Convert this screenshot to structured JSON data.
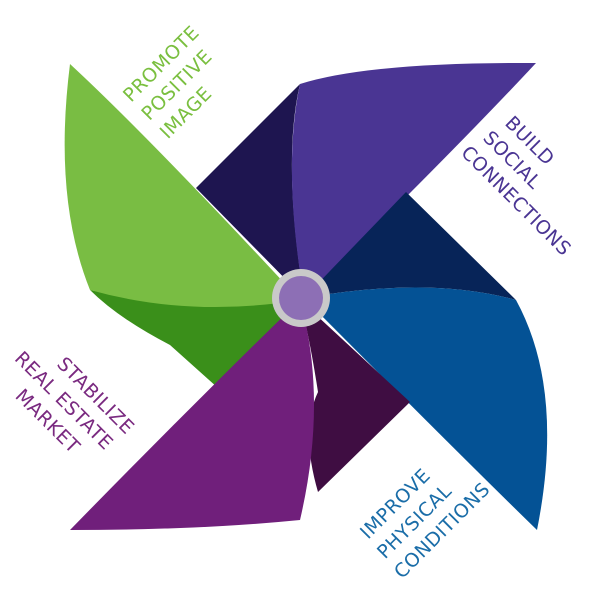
{
  "diagram": {
    "type": "pinwheel",
    "hub_color": "#8d6fb5",
    "hub_ring_color": "#c9c9c9",
    "blades": [
      {
        "id": "green",
        "label_lines": [
          "PROMOTE",
          "POSITIVE",
          "IMAGE"
        ],
        "colors": {
          "main": "#79bd43",
          "dark": "#3a8f1a",
          "label": "#7abf3f"
        }
      },
      {
        "id": "violet",
        "label_lines": [
          "BUILD",
          "SOCIAL",
          "CONNECTIONS"
        ],
        "colors": {
          "main": "#4a3593",
          "dark": "#1e1550",
          "label": "#4a3593"
        }
      },
      {
        "id": "blue",
        "label_lines": [
          "IMPROVE",
          "PHYSICAL",
          "CONDITIONS"
        ],
        "colors": {
          "main": "#045295",
          "dark": "#072458",
          "label": "#1a6da8"
        }
      },
      {
        "id": "purple",
        "label_lines": [
          "STABILIZE",
          "REAL ESTATE",
          "MARKET"
        ],
        "colors": {
          "main": "#701f7b",
          "dark": "#3f0d42",
          "label": "#7a2a80"
        }
      }
    ]
  }
}
